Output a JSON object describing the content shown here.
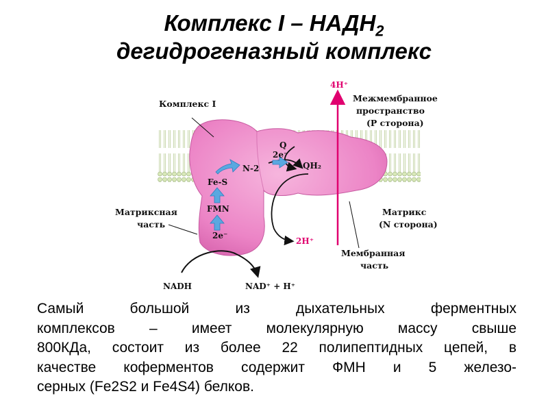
{
  "title": {
    "line1_main": "Комплекс I – НАДН",
    "line1_sub": "2",
    "line2": "дегидрогеназный комплекс"
  },
  "diagram": {
    "complex_label": "Комплекс I",
    "intermembrane_line1": "Межмембранное",
    "intermembrane_line2": "пространство",
    "intermembrane_line3": "(Р сторона)",
    "matrix_part_line1": "Матриксная",
    "matrix_part_line2": "часть",
    "matrix_line1": "Матрикс",
    "matrix_line2": "(N сторона)",
    "membrane_part_line1": "Мембранная",
    "membrane_part_line2": "часть",
    "proton_out": "4H⁺",
    "proton_in": "2H⁺",
    "nadh": "NADH",
    "nad": "NAD⁺ + H⁺",
    "fes": "Fe-S",
    "fmn": "FMN",
    "n2": "N-2",
    "two_e_1": "2e⁻",
    "two_e_2": "2e⁻",
    "q": "Q",
    "qh2": "QH₂",
    "colors": {
      "protein": "#ee86c8",
      "arrow_red": "#e0006f",
      "arrow_blue": "#5aa8e0",
      "lipid": "#cfe2a8"
    }
  },
  "description": {
    "line1": "Самый большой из дыхательных ферментных",
    "line2": "комплексов – имеет молекулярную массу свыше",
    "line3": "800КДа, состоит из более 22 полипептидных цепей, в",
    "line4": "качестве коферментов содержит ФМН и 5 железо-",
    "line5": "серных (Fe2S2 и Fe4S4) белков."
  }
}
